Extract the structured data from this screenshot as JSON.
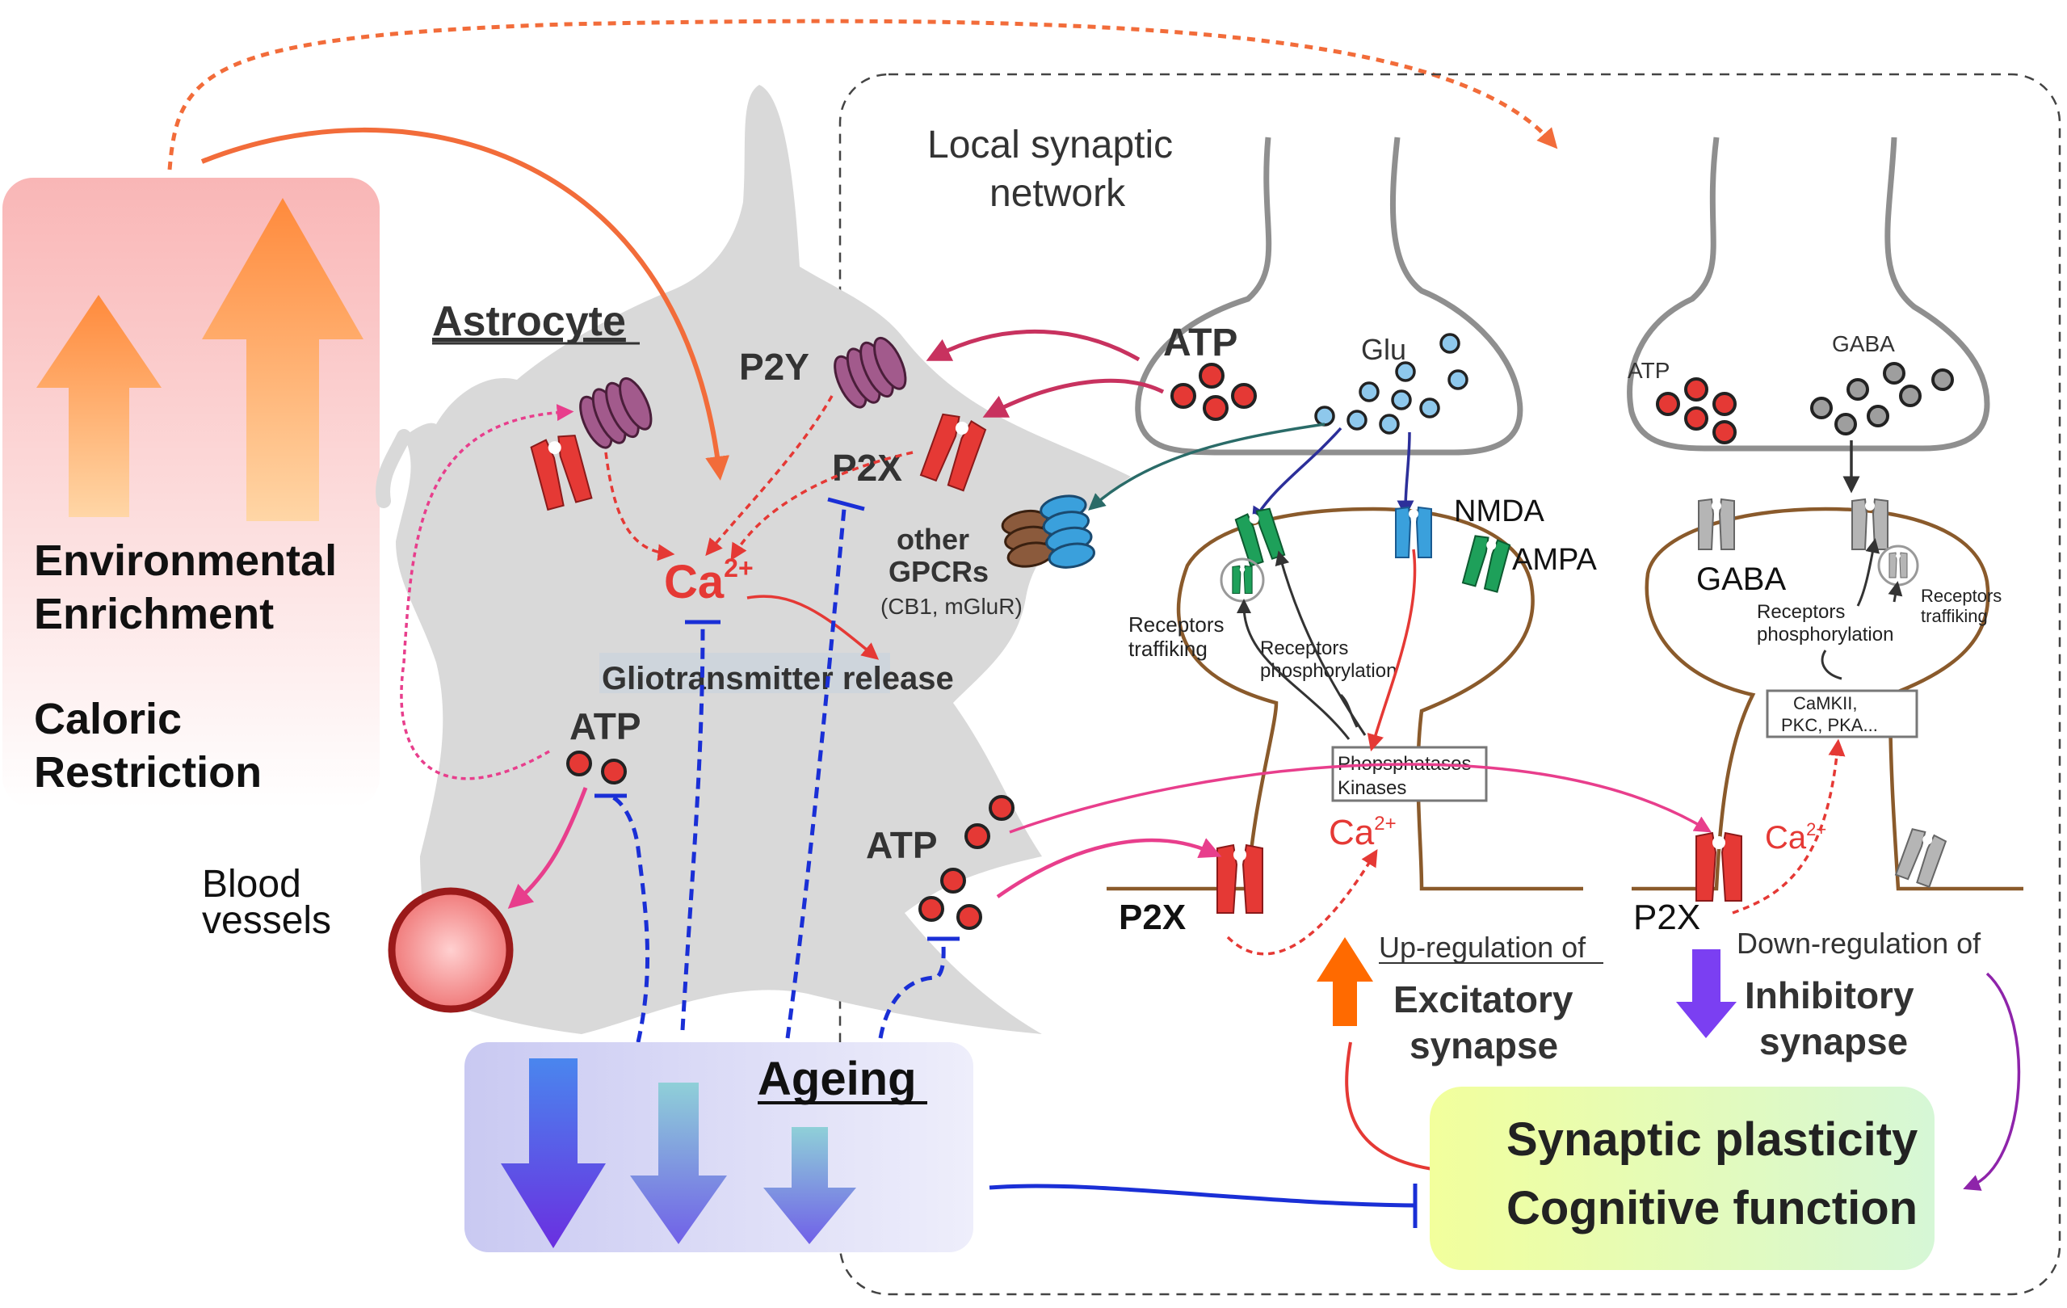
{
  "labels": {
    "env_enrichment_1": "Environmental",
    "env_enrichment_2": "Enrichment",
    "caloric_1": "Caloric",
    "caloric_2": "Restriction",
    "astrocyte": "Astrocyte",
    "p2y": "P2Y",
    "p2x_astro": "P2X",
    "ca_main": "Ca",
    "ca_main_sup": "2+",
    "other_gpcrs_1": "other",
    "other_gpcrs_2": "GPCRs",
    "other_gpcrs_3": "(CB1, mGluR)",
    "gliotransmitter": "Gliotransmitter release",
    "atp_astro_left": "ATP",
    "atp_astro_right": "ATP",
    "blood_vessels_1": "Blood",
    "blood_vessels_2": "vessels",
    "ageing": "Ageing",
    "local_network_1": "Local synaptic",
    "local_network_2": "network",
    "atp_exc": "ATP",
    "glu": "Glu",
    "nmda": "NMDA",
    "ampa": "AMPA",
    "receptors_traffiking_1": "Receptors",
    "receptors_traffiking_2": "traffiking",
    "receptors_phos_1": "Receptors",
    "receptors_phos_2": "phosphorylation",
    "phos_kinases_1": "Phopsphatases",
    "phos_kinases_2": "Kinases",
    "ca_exc": "Ca",
    "ca_exc_sup": "2+",
    "p2x_exc": "P2X",
    "upreg": "Up-regulation of",
    "excitatory_1": "Excitatory",
    "excitatory_2": "synapse",
    "atp_inh": "ATP",
    "gaba_top": "GABA",
    "gaba_receptor": "GABA",
    "inh_phos_1": "Receptors",
    "inh_phos_2": "phosphorylation",
    "inh_traffiking_1": "Receptors",
    "inh_traffiking_2": "traffiking",
    "camkii_1": "CaMKII,",
    "camkii_2": "PKC, PKA...",
    "ca_inh": "Ca",
    "ca_inh_sup": "2+",
    "p2x_inh": "P2X",
    "downreg": "Down-regulation of",
    "inhibitory_1": "Inhibitory",
    "inhibitory_2": "synapse",
    "plasticity": "Synaptic plasticity",
    "cognitive": "Cognitive function"
  },
  "colors": {
    "orange_arrow": "#f26c3a",
    "magenta": "#c8325f",
    "pink": "#e83e8c",
    "red_ca": "#e53935",
    "blue_dash": "#1a2fd6",
    "receptor_red": "#e53935",
    "p2y_purple": "#a25a8c",
    "astro_gray": "#d9d9d9",
    "neuron_outline": "#8a5a2b",
    "glu_blue": "#8ec8ec",
    "atp_red": "#e53935",
    "gaba_gray": "#9e9e9e",
    "nmda_blue": "#3aa0dc",
    "ampa_green": "#1ea05a",
    "up_arrow": "#ff6a00",
    "down_arrow": "#7b3ff2",
    "plasticity_bg": "#e8ffb0"
  }
}
